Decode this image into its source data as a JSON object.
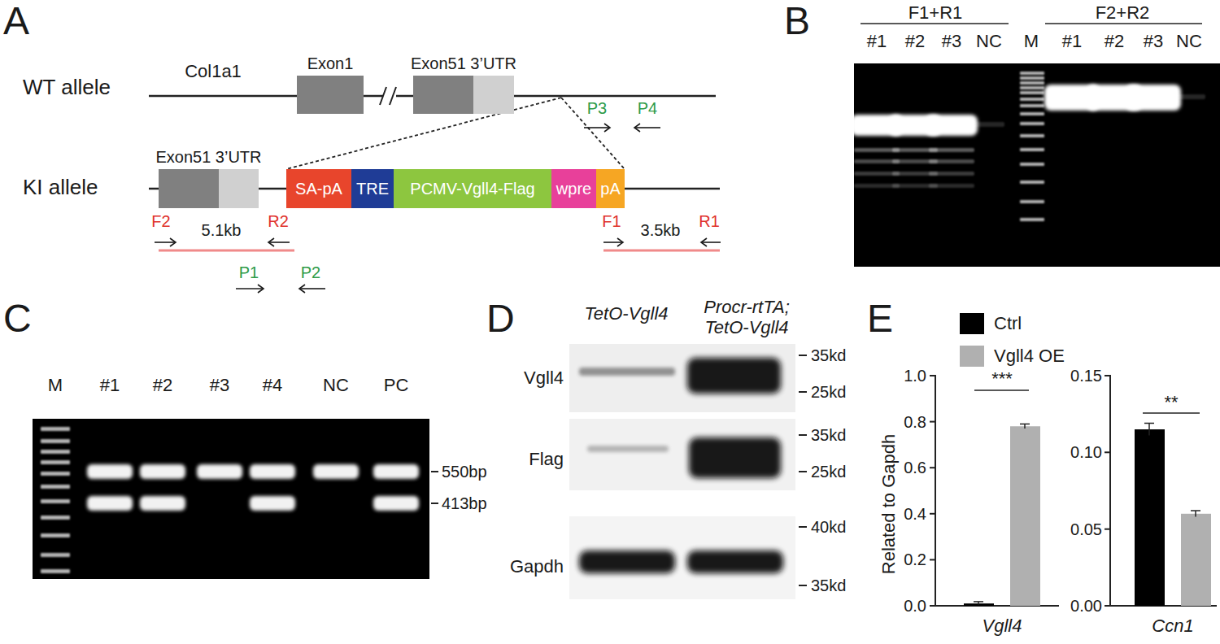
{
  "diagram": {
    "nodes": [
      {
        "text": [
          "Exon1"
        ]
      },
      {
        "text": [
          "Exon51 3’UTR"
        ]
      },
      {
        "text": [
          "Exon51 3’UTR"
        ]
      },
      {
        "text": [
          "SA-pA"
        ]
      },
      {
        "text": [
          "TRE"
        ]
      },
      {
        "text": [
          "PCMV-Vgll4-Flag"
        ]
      },
      {
        "text": [
          "wpre"
        ]
      },
      {
        "text": [
          "pA"
        ]
      }
    ],
    "labels": [
      "A",
      "WT allele",
      "Col1a1",
      "P3",
      "P4",
      "KI allele",
      "F2",
      "5.1kb",
      "R2",
      "F1",
      "3.5kb",
      "R1",
      "P1",
      "P2",
      "B",
      "F1+R1",
      "F2+R2",
      "#1",
      "#2",
      "#3",
      "NC",
      "M",
      "#1",
      "#2",
      "#3",
      "NC",
      "C",
      "M",
      "#1",
      "#2",
      "#3",
      "#4",
      "NC",
      "PC",
      "550bp",
      "413bp",
      "D",
      "TetO-Vgll4",
      "Procr-rtTA; TetO-Vgll4",
      "Vgll4",
      "Flag",
      "Gapdh",
      "35kd",
      "25kd",
      "35kd",
      "25kd",
      "40kd",
      "35kd",
      "E",
      "Related to Gapdh",
      "0.0",
      "0.2",
      "0.4",
      "0.6",
      "0.8",
      "1.0",
      "***",
      "Vgll4",
      "0.00",
      "0.05",
      "0.10",
      "0.15",
      "**",
      "Ccn1"
    ],
    "legend": [
      {
        "text": "Ctrl",
        "color": "#000000"
      },
      {
        "text": "Vgll4 OE",
        "color": "#b0b0b0"
      }
    ]
  }
}
